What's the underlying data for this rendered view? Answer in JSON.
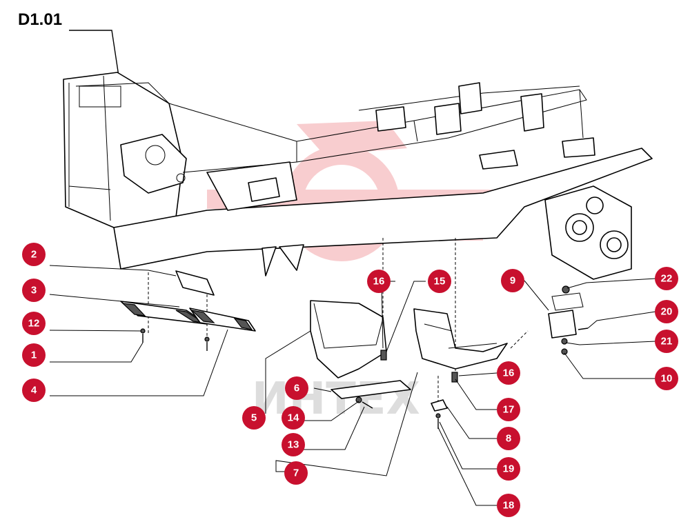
{
  "diagram": {
    "code": "D1.01",
    "watermark_text": "ИНТЕХ",
    "accent_color": "#c8102e",
    "callouts": [
      {
        "label": "2"
      },
      {
        "label": "3"
      },
      {
        "label": "12"
      },
      {
        "label": "1"
      },
      {
        "label": "4"
      },
      {
        "label": "16"
      },
      {
        "label": "15"
      },
      {
        "label": "6"
      },
      {
        "label": "5"
      },
      {
        "label": "14"
      },
      {
        "label": "13"
      },
      {
        "label": "7"
      },
      {
        "label": "9"
      },
      {
        "label": "22"
      },
      {
        "label": "20"
      },
      {
        "label": "21"
      },
      {
        "label": "10"
      },
      {
        "label": "16"
      },
      {
        "label": "17"
      },
      {
        "label": "8"
      },
      {
        "label": "19"
      },
      {
        "label": "18"
      }
    ]
  }
}
